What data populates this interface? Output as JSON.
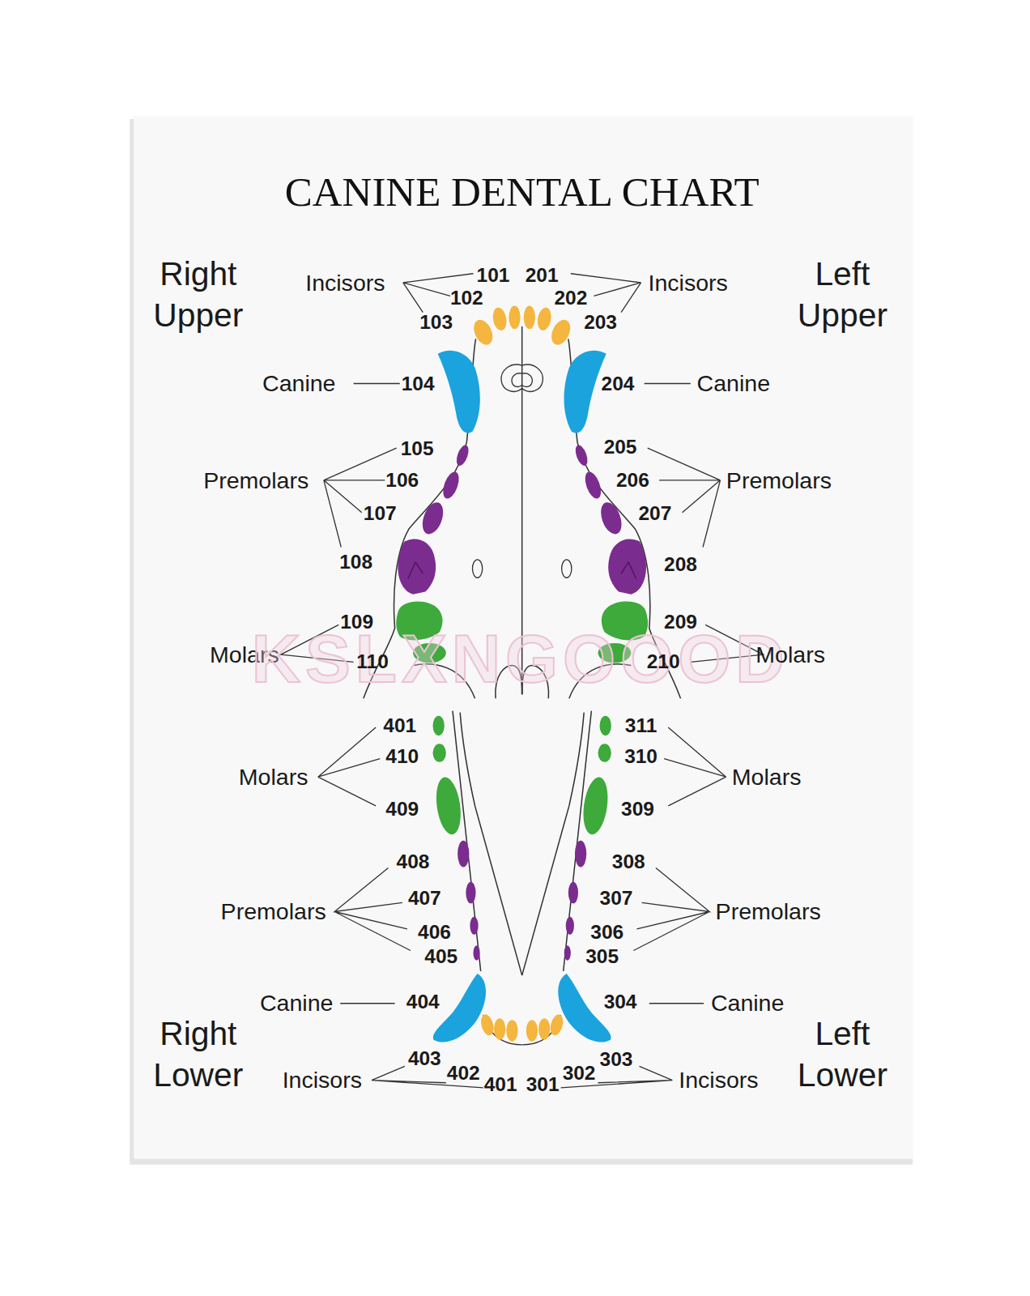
{
  "diagram": {
    "title": "CANINE DENTAL CHART",
    "labels": [
      "Right Upper",
      "Incisors",
      "101",
      "201",
      "Incisors",
      "Left Upper",
      "102",
      "202",
      "103",
      "203",
      "Canine",
      "104",
      "204",
      "Canine",
      "105",
      "205",
      "Premolars",
      "106",
      "206",
      "Premolars",
      "107",
      "207",
      "108",
      "208",
      "109",
      "209",
      "Molars",
      "KSLXNGOOOD",
      "110",
      "210",
      "Molars",
      "401",
      "311",
      "410",
      "310",
      "Molars",
      "Molars",
      "409",
      "309",
      "408",
      "308",
      "407",
      "307",
      "Premolars",
      "Premolars",
      "406",
      "306",
      "405",
      "305",
      "Canine",
      "404",
      "304",
      "Canine",
      "Right Lower",
      "Left Lower",
      "403",
      "303",
      "402",
      "302",
      "Incisors",
      "Incisors",
      "401",
      "301"
    ]
  }
}
